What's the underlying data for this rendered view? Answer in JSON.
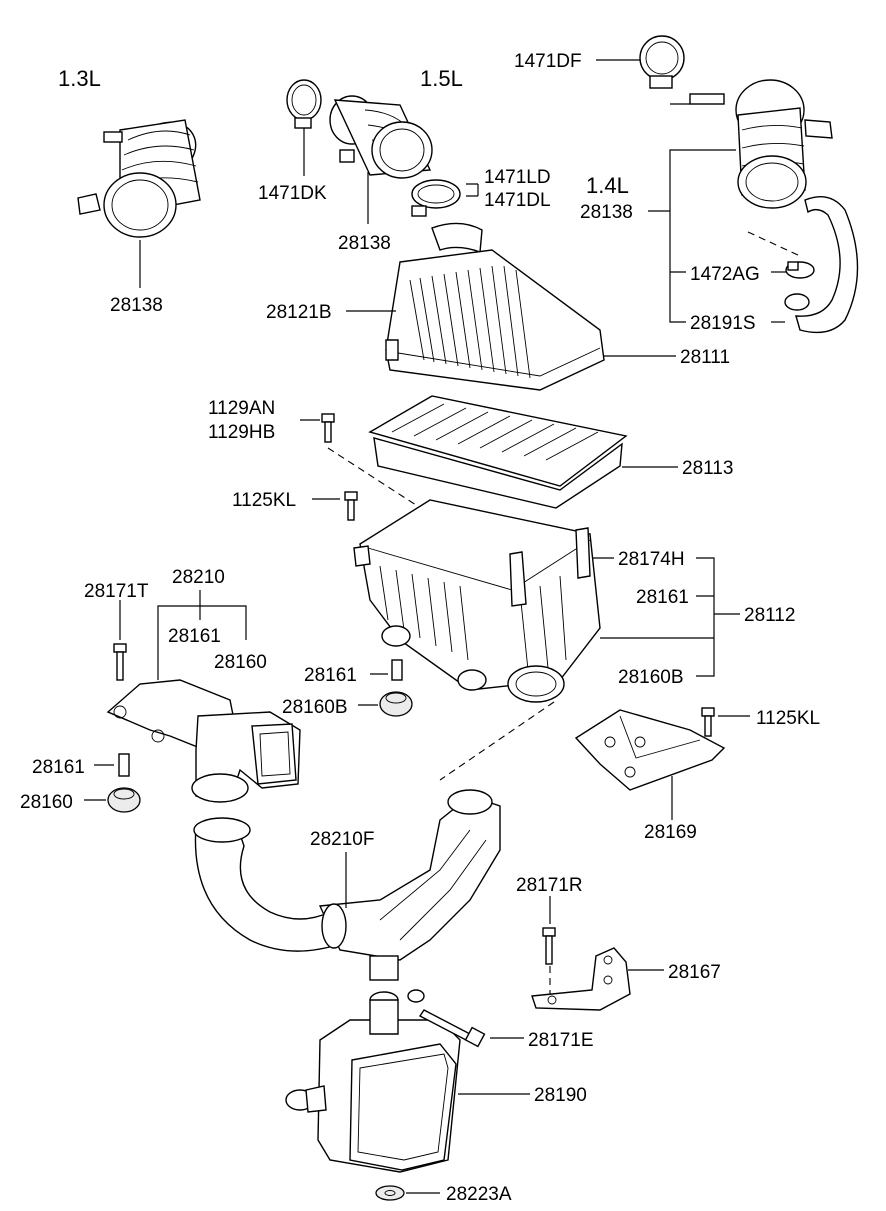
{
  "engine_labels": {
    "e13": "1.3L",
    "e15": "1.5L",
    "e14": "1.4L"
  },
  "callouts": {
    "c1471DF": "1471DF",
    "c1471DK": "1471DK",
    "c1471LD": "1471LD",
    "c1471DL": "1471DL",
    "c28138_a": "28138",
    "c28138_b": "28138",
    "c28138_c": "28138",
    "c1472AG": "1472AG",
    "c28191S": "28191S",
    "c28121B": "28121B",
    "c28111": "28111",
    "c1129AN": "1129AN",
    "c1129HB": "1129HB",
    "c28113": "28113",
    "c1125KL_a": "1125KL",
    "c28174H": "28174H",
    "c28161_a": "28161",
    "c28112": "28112",
    "c28160B_a": "28160B",
    "c28171T": "28171T",
    "c28210": "28210",
    "c28161_b": "28161",
    "c28160_a": "28160",
    "c28161_c": "28161",
    "c28160B_b": "28160B",
    "c1125KL_b": "1125KL",
    "c28161_d": "28161",
    "c28160_b": "28160",
    "c28169": "28169",
    "c28210F": "28210F",
    "c28171R": "28171R",
    "c28167": "28167",
    "c28171E": "28171E",
    "c28190": "28190",
    "c28223A": "28223A"
  }
}
